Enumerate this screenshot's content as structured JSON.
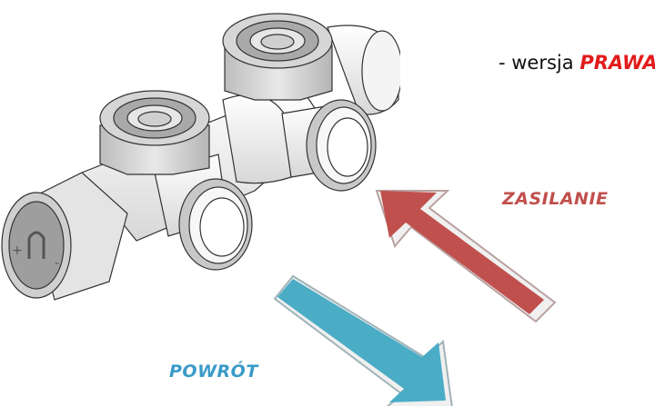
{
  "labels": {
    "version_prefix": "- wersja ",
    "version_accent": "PRAWA",
    "supply": "ZASILANIE",
    "return": "POWRÓT"
  },
  "colors": {
    "supply_arrow": "#c0504d",
    "return_arrow": "#4bacc6",
    "version_accent": "#e21b1b",
    "supply_text": "#c0504d",
    "return_text": "#3a9bc8"
  },
  "illustration": {
    "subject": "two-way radiator valve (H-block) with knurled knob",
    "knob_symbols": [
      "+",
      "-"
    ]
  }
}
